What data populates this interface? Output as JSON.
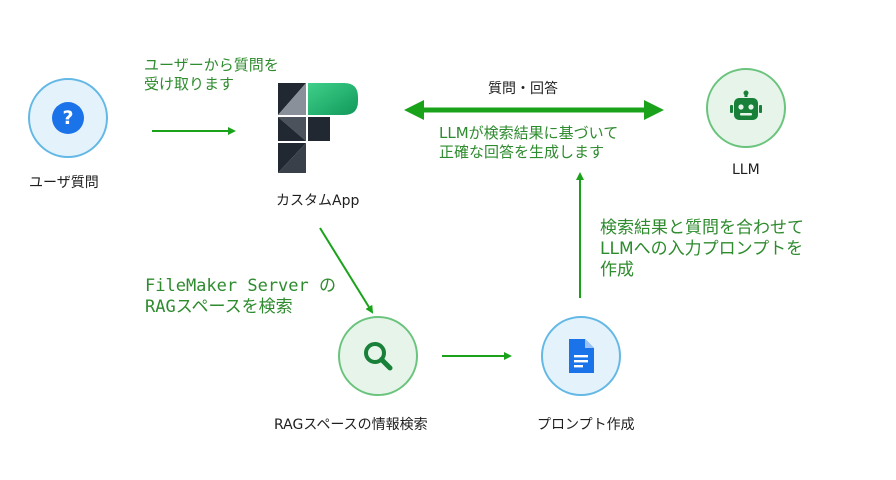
{
  "nodes": {
    "user_question": {
      "label": "ユーザ質問"
    },
    "custom_app": {
      "label": "カスタムApp"
    },
    "llm": {
      "label": "LLM"
    },
    "rag_search": {
      "label": "RAGスペースの情報検索"
    },
    "prompt_create": {
      "label": "プロンプト作成"
    }
  },
  "annotations": {
    "receive_question": [
      "ユーザーから質問を",
      "受け取ります"
    ],
    "qa": "質問・回答",
    "llm_generate": [
      "LLMが検索結果に基づいて",
      "正確な回答を生成します"
    ],
    "filemaker_search": [
      "FileMaker Server の",
      "RAGスペースを検索"
    ],
    "combine": [
      "検索結果と質問を合わせて",
      "LLMへの入力プロンプトを",
      "作成"
    ]
  },
  "colors": {
    "arrow_green": "#1aa31a",
    "text_green": "#2e8b2e",
    "blue_fill": "#e4f2fb",
    "green_fill": "#e6f4ea",
    "icon_blue": "#1a73e8",
    "icon_green": "#188038"
  },
  "icons": {
    "user_question": "question-icon",
    "custom_app": "filemaker-logo",
    "llm": "robot-icon",
    "rag_search": "search-icon",
    "prompt_create": "document-icon"
  }
}
